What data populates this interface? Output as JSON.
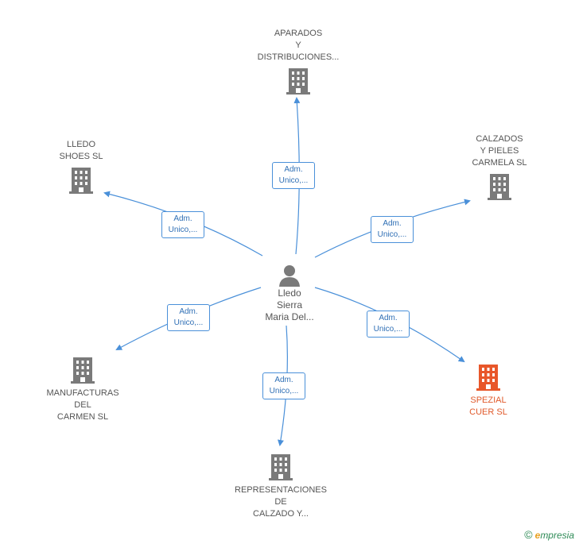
{
  "center": {
    "label": "Lledo\nSierra\nMaria Del...",
    "icon": "person-icon"
  },
  "companies": [
    {
      "id": "aparados",
      "label": "APARADOS\nY\nDISTRIBUCIONES...",
      "highlight": false,
      "relation": "Adm.\nUnico,..."
    },
    {
      "id": "lledo-shoes",
      "label": "LLEDO\nSHOES  SL",
      "highlight": false,
      "relation": "Adm.\nUnico,..."
    },
    {
      "id": "calzados",
      "label": "CALZADOS\nY PIELES\nCARMELA  SL",
      "highlight": false,
      "relation": "Adm.\nUnico,..."
    },
    {
      "id": "manufacturas",
      "label": "MANUFACTURAS\nDEL\nCARMEN  SL",
      "highlight": false,
      "relation": "Adm.\nUnico,..."
    },
    {
      "id": "spezial",
      "label": "SPEZIAL\nCUER  SL",
      "highlight": true,
      "relation": "Adm.\nUnico,..."
    },
    {
      "id": "representaciones",
      "label": "REPRESENTACIONES\nDE\nCALZADO Y...",
      "highlight": false,
      "relation": "Adm.\nUnico,..."
    }
  ],
  "colors": {
    "edge": "#4a90d9",
    "building": "#7a7a7a",
    "building_highlight": "#e8572a",
    "person": "#7a7a7a"
  },
  "brand": {
    "copyright": "©",
    "initial": "e",
    "name": "mpresia"
  }
}
